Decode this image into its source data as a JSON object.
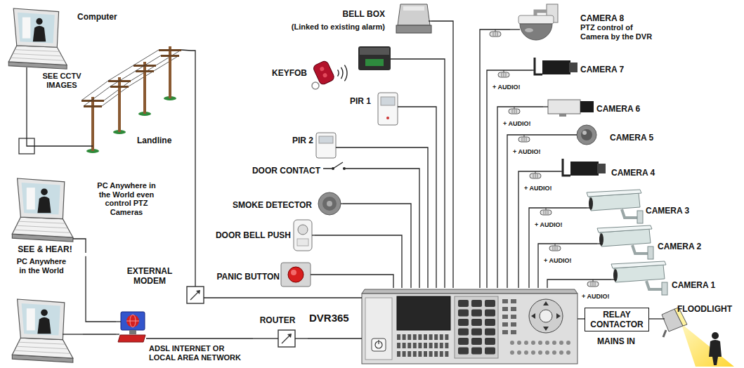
{
  "diagram": {
    "nodes": [
      {
        "text": [
          "Computer",
          "SEE CCTV IMAGES"
        ]
      },
      {
        "text": [
          "Landline"
        ]
      },
      {
        "text": [
          "PC Anywhere in the World even control PTZ Cameras",
          "SEE & HEAR!"
        ]
      },
      {
        "text": [
          "PC Anywhere in the World"
        ]
      },
      {
        "text": [
          "EXTERNAL MODEM"
        ]
      },
      {
        "text": [
          "ADSL INTERNET OR LOCAL AREA NETWORK"
        ]
      },
      {
        "text": [
          "ROUTER"
        ]
      },
      {
        "text": [
          "BELL BOX",
          "(Linked to existing alarm)"
        ]
      },
      {
        "text": [
          "KEYFOB"
        ]
      },
      {
        "text": [
          "PIR 1"
        ]
      },
      {
        "text": [
          "PIR 2"
        ]
      },
      {
        "text": [
          "DOOR CONTACT"
        ]
      },
      {
        "text": [
          "SMOKE DETECTOR"
        ]
      },
      {
        "text": [
          "DOOR BELL PUSH"
        ]
      },
      {
        "text": [
          "PANIC BUTTON"
        ]
      },
      {
        "text": [
          "DVR365"
        ]
      },
      {
        "text": [
          "CAMERA 8",
          "PTZ control of Camera by the DVR"
        ]
      },
      {
        "text": [
          "CAMERA 7"
        ]
      },
      {
        "text": [
          "CAMERA 6"
        ]
      },
      {
        "text": [
          "CAMERA 5"
        ]
      },
      {
        "text": [
          "CAMERA 4"
        ]
      },
      {
        "text": [
          "CAMERA 3"
        ]
      },
      {
        "text": [
          "CAMERA 2"
        ]
      },
      {
        "text": [
          "CAMERA 1"
        ]
      },
      {
        "text": [
          "RELAY CONTACTOR"
        ]
      },
      {
        "text": [
          "FLOODLIGHT"
        ]
      }
    ],
    "edges": [
      {
        "from": 0,
        "to": 1,
        "arrow": "none"
      },
      {
        "from": 1,
        "to": 4,
        "arrow": "none"
      },
      {
        "from": 2,
        "to": 5,
        "arrow": "none"
      },
      {
        "from": 3,
        "to": 5,
        "arrow": "none"
      },
      {
        "from": 5,
        "to": 6,
        "arrow": "none"
      },
      {
        "from": 4,
        "to": 15,
        "arrow": "none"
      },
      {
        "from": 6,
        "to": 15,
        "arrow": "none"
      },
      {
        "from": 7,
        "to": 15,
        "arrow": "none"
      },
      {
        "from": 8,
        "to": 15,
        "arrow": "none"
      },
      {
        "from": 9,
        "to": 15,
        "arrow": "none"
      },
      {
        "from": 10,
        "to": 15,
        "arrow": "none"
      },
      {
        "from": 11,
        "to": 15,
        "arrow": "none"
      },
      {
        "from": 12,
        "to": 15,
        "arrow": "none"
      },
      {
        "from": 13,
        "to": 15,
        "arrow": "none"
      },
      {
        "from": 14,
        "to": 15,
        "arrow": "none"
      },
      {
        "from": 16,
        "to": 15,
        "arrow": "none"
      },
      {
        "from": 17,
        "to": 15,
        "arrow": "none"
      },
      {
        "from": 18,
        "to": 15,
        "arrow": "none"
      },
      {
        "from": 19,
        "to": 15,
        "arrow": "none"
      },
      {
        "from": 20,
        "to": 15,
        "arrow": "none"
      },
      {
        "from": 21,
        "to": 15,
        "arrow": "none"
      },
      {
        "from": 22,
        "to": 15,
        "arrow": "none"
      },
      {
        "from": 23,
        "to": 15,
        "arrow": "none"
      },
      {
        "from": 15,
        "to": 24,
        "arrow": "none"
      },
      {
        "from": 24,
        "to": 25,
        "arrow": "none"
      }
    ],
    "labels": [
      "+ AUDIO!",
      "+ AUDIO!",
      "+ AUDIO!",
      "+ AUDIO!",
      "+ AUDIO!",
      "+ AUDIO!",
      "+ AUDIO!",
      "MAINS IN"
    ]
  }
}
